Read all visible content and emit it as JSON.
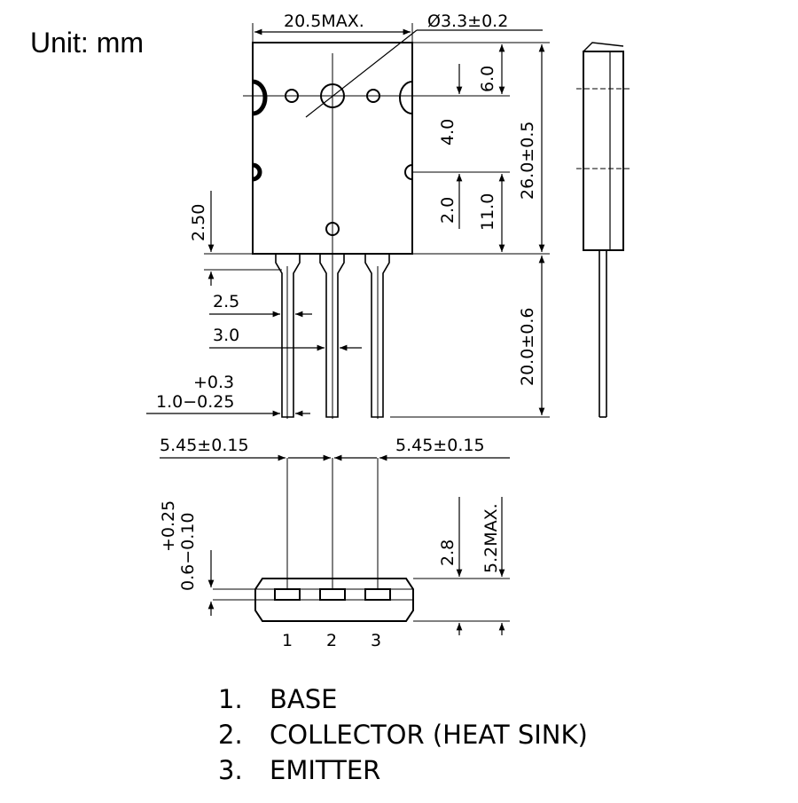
{
  "unit_label": "Unit: mm",
  "dimensions": {
    "body_width": "20.5MAX.",
    "hole_diameter": "Ø3.3±0.2",
    "top_to_hole": "6.0",
    "hole_spacing": "4.0",
    "lower_hole": "2.0",
    "notch_height": "11.0",
    "body_height": "26.0±0.5",
    "lead_shoulder": "2.50",
    "lead_width_a": "2.5",
    "lead_width_b": "3.0",
    "lead_thickness_tol": "+0.3",
    "lead_thickness": "1.0−0.25",
    "lead_length": "20.0±0.6",
    "pitch_left": "5.45±0.15",
    "pitch_right": "5.45±0.15",
    "lead_gauge_tol": "+0.25",
    "lead_gauge": "0.6−0.10",
    "tab_height": "2.8",
    "total_thickness": "5.2MAX."
  },
  "pins": [
    "1",
    "2",
    "3"
  ],
  "legend": [
    {
      "num": "1.",
      "label": "BASE"
    },
    {
      "num": "2.",
      "label": "COLLECTOR (HEAT SINK)"
    },
    {
      "num": "3.",
      "label": "EMITTER"
    }
  ]
}
